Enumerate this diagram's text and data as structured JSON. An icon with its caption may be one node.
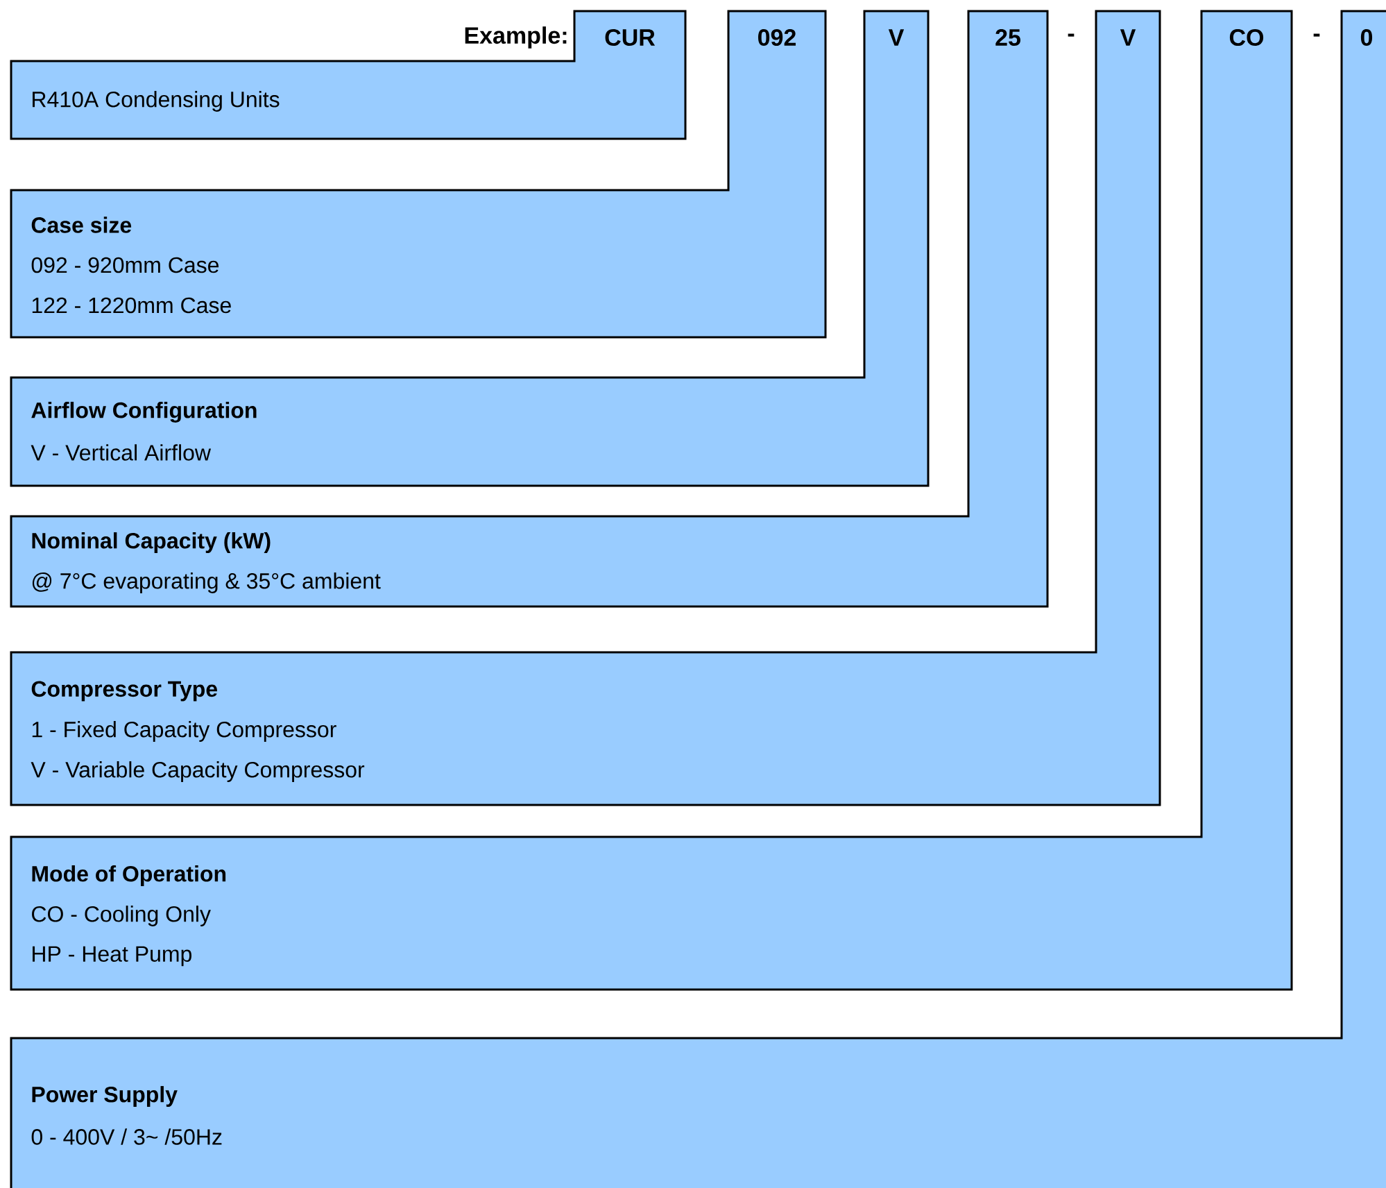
{
  "diagram": {
    "nodes": [
      {
        "text": [
          "CUR",
          "R410A Condensing Units"
        ]
      },
      {
        "text": [
          "092",
          "Case size",
          "092 - 920mm Case",
          "122 - 1220mm Case"
        ]
      },
      {
        "text": [
          "V",
          "Airflow Configuration",
          "V - Vertical Airflow"
        ]
      },
      {
        "text": [
          "25",
          "Nominal Capacity (kW)",
          "@ 7°C evaporating & 35°C ambient"
        ]
      },
      {
        "text": [
          "V",
          "Compressor Type",
          "1 - Fixed Capacity Compressor",
          "V - Variable Capacity Compressor"
        ]
      },
      {
        "text": [
          "CO",
          "Mode of Operation",
          "CO - Cooling Only",
          "HP - Heat Pump"
        ]
      },
      {
        "text": [
          "0",
          "Power Supply",
          "0 - 400V / 3~ /50Hz"
        ]
      }
    ],
    "labels": [
      "**Example**:",
      "-",
      "-"
    ]
  }
}
